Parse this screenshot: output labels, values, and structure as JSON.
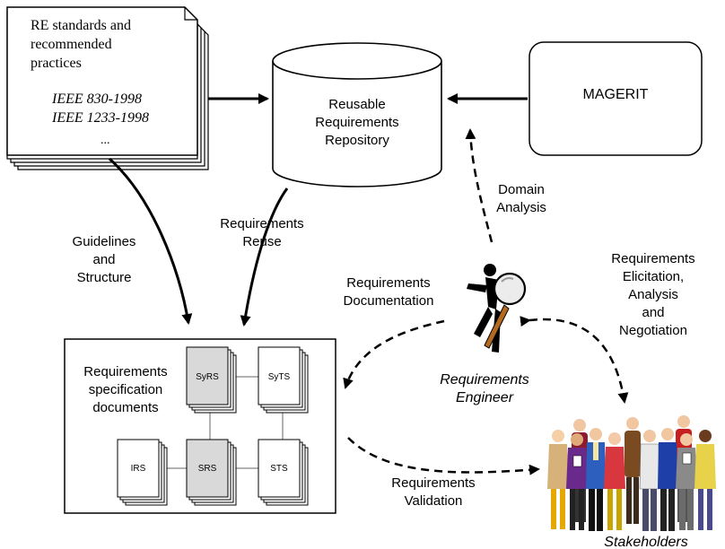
{
  "standards": {
    "line1": "RE standards and",
    "line2": "recommended",
    "line3": "practices",
    "std1": "IEEE 830-1998",
    "std2": "IEEE 1233-1998",
    "more": "..."
  },
  "repository": {
    "line1": "Reusable",
    "line2": "Requirements",
    "line3": "Repository"
  },
  "magerit": "MAGERIT",
  "labels": {
    "domain1": "Domain",
    "domain2": "Analysis",
    "guide1": "Guidelines",
    "guide2": "and",
    "guide3": "Structure",
    "reuse1": "Requirements",
    "reuse2": "Reuse",
    "doc1": "Requirements",
    "doc2": "Documentation",
    "elic1": "Requirements",
    "elic2": "Elicitation,",
    "elic3": "Analysis",
    "elic4": "and",
    "elic5": "Negotiation",
    "val1": "Requirements",
    "val2": "Validation"
  },
  "spec": {
    "line1": "Requirements",
    "line2": "specification",
    "line3": "documents",
    "docs": [
      "SyRS",
      "SyTS",
      "IRS",
      "SRS",
      "STS"
    ]
  },
  "engineer": {
    "line1": "Requirements",
    "line2": "Engineer"
  },
  "stakeholders": "Stakeholders"
}
